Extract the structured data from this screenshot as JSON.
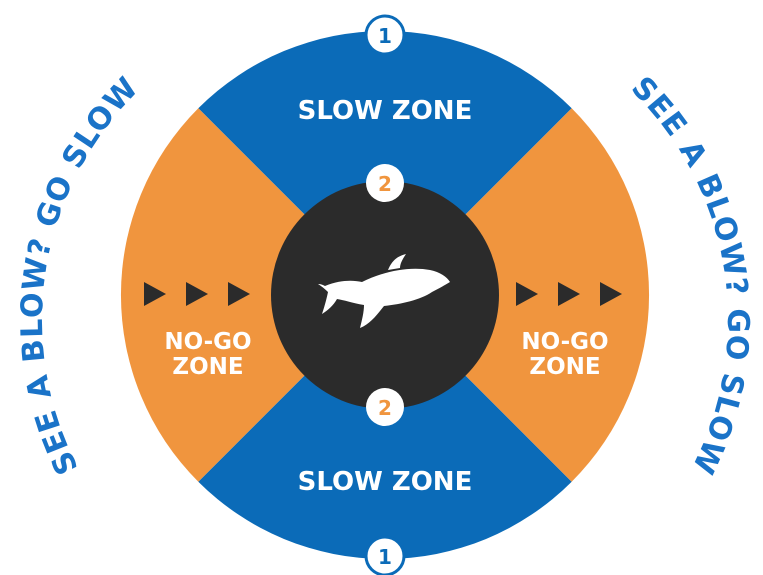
{
  "colors": {
    "slow_zone": "#0b6bb8",
    "no_go_zone": "#f0953e",
    "center": "#2b2b2b",
    "ring_blue": "#0b6bb8",
    "badge_orange": "#f0953e",
    "slogan": "#1a73c8"
  },
  "slogan": {
    "left": "SEE A BLOW? GO SLOW",
    "right": "SEE A BLOW? GO SLOW"
  },
  "zones": {
    "top": {
      "label": "SLOW ZONE",
      "badge_outer": "1",
      "badge_inner": "2"
    },
    "bottom": {
      "label": "SLOW ZONE",
      "badge_outer": "1",
      "badge_inner": "2"
    },
    "left": {
      "line1": "NO-GO",
      "line2": "ZONE"
    },
    "right": {
      "line1": "NO-GO",
      "line2": "ZONE"
    }
  },
  "icons": {
    "center": "whale-icon",
    "arrows": "arrow-triangle-icon"
  }
}
